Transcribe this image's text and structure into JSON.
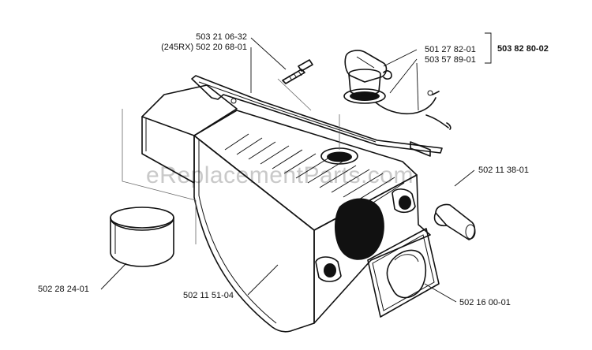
{
  "labels": {
    "screw": "503 21 06-32",
    "screw_alt": "(245RX) 502 20 68-01",
    "cap": "501 27 82-01",
    "gasket": "503 57 89-01",
    "cap_assembly": "503 82 80-02",
    "plug": "502 11 38-01",
    "ring": "502 28 24-01",
    "tank": "502 11 51-04",
    "cover_plate": "502 16 00-01"
  },
  "watermark": "eReplacementParts.com",
  "colors": {
    "line": "#111111",
    "watermark": "#c9c9c9",
    "background": "#ffffff"
  }
}
